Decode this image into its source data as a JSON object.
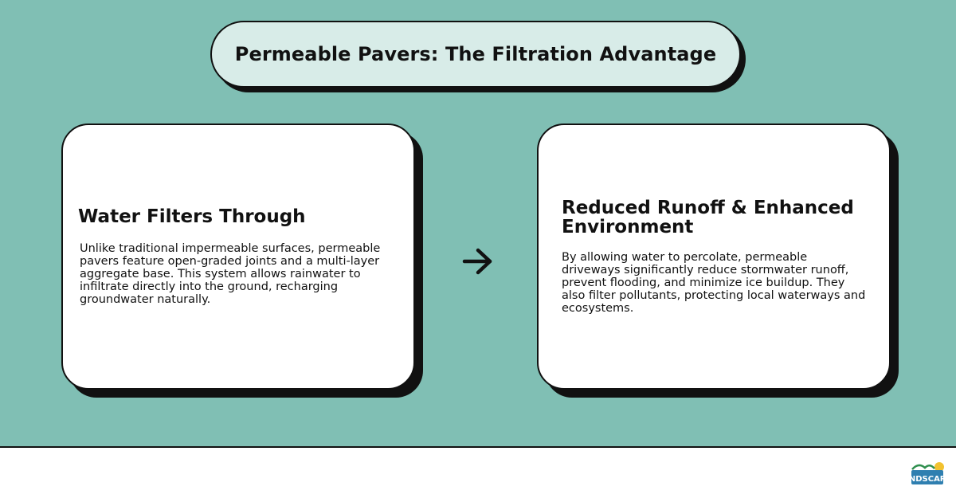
{
  "title": "Permeable Pavers: The Filtration Advantage",
  "cards": [
    {
      "heading": "Water Filters Through",
      "body": "Unlike traditional impermeable surfaces, permeable pavers feature open-graded joints and a multi-layer aggregate base. This system allows rainwater to infiltrate directly into the ground, recharging groundwater naturally."
    },
    {
      "heading": "Reduced Runoff & Enhanced Environment",
      "body": "By allowing water to percolate, permeable driveways significantly reduce stormwater runoff, prevent flooding, and minimize ice buildup. They also filter pollutants, protecting local waterways and ecosystems."
    }
  ],
  "connector": {
    "icon": "arrow-right-icon"
  },
  "logo": {
    "text": "NDSCAP",
    "icon": "company-logo"
  },
  "colors": {
    "background": "#80bfb4",
    "title_pill": "#d8ece8",
    "card": "#ffffff",
    "outline": "#111111"
  }
}
